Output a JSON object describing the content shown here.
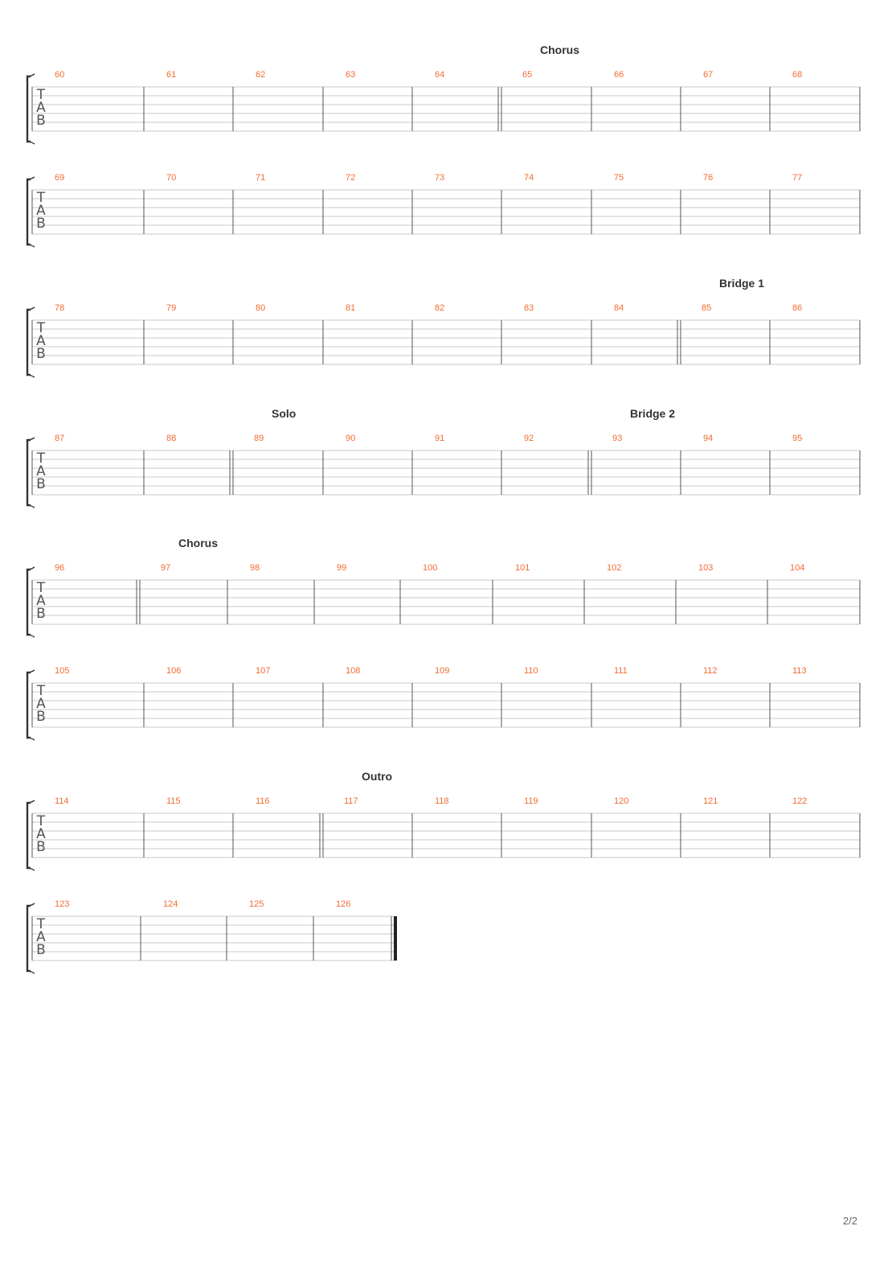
{
  "page": {
    "number_label": "2/2"
  },
  "tab_clef": {
    "letters": [
      "T",
      "A",
      "B"
    ]
  },
  "colors": {
    "measure_number": "#f26b32",
    "staff_line": "#c8c8c8",
    "barline": "#555555",
    "section_text": "#333333"
  },
  "systems": [
    {
      "measures": [
        60,
        61,
        62,
        63,
        64,
        65,
        66,
        67,
        68
      ],
      "sections": [
        {
          "measure": 65,
          "label": "Chorus"
        }
      ]
    },
    {
      "measures": [
        69,
        70,
        71,
        72,
        73,
        74,
        75,
        76,
        77
      ],
      "sections": []
    },
    {
      "measures": [
        78,
        79,
        80,
        81,
        82,
        83,
        84,
        85,
        86
      ],
      "sections": [
        {
          "measure": 85,
          "label": "Bridge 1"
        }
      ]
    },
    {
      "measures": [
        87,
        88,
        89,
        90,
        91,
        92,
        93,
        94,
        95
      ],
      "sections": [
        {
          "measure": 89,
          "label": "Solo"
        },
        {
          "measure": 93,
          "label": "Bridge 2"
        }
      ]
    },
    {
      "measures": [
        96,
        97,
        98,
        99,
        100,
        101,
        102,
        103,
        104
      ],
      "sections": [
        {
          "measure": 97,
          "label": "Chorus"
        }
      ]
    },
    {
      "measures": [
        105,
        106,
        107,
        108,
        109,
        110,
        111,
        112,
        113
      ],
      "sections": []
    },
    {
      "measures": [
        114,
        115,
        116,
        117,
        118,
        119,
        120,
        121,
        122
      ],
      "sections": [
        {
          "measure": 117,
          "label": "Outro"
        }
      ]
    },
    {
      "measures": [
        123,
        124,
        125,
        126
      ],
      "sections": [],
      "final": true
    }
  ]
}
